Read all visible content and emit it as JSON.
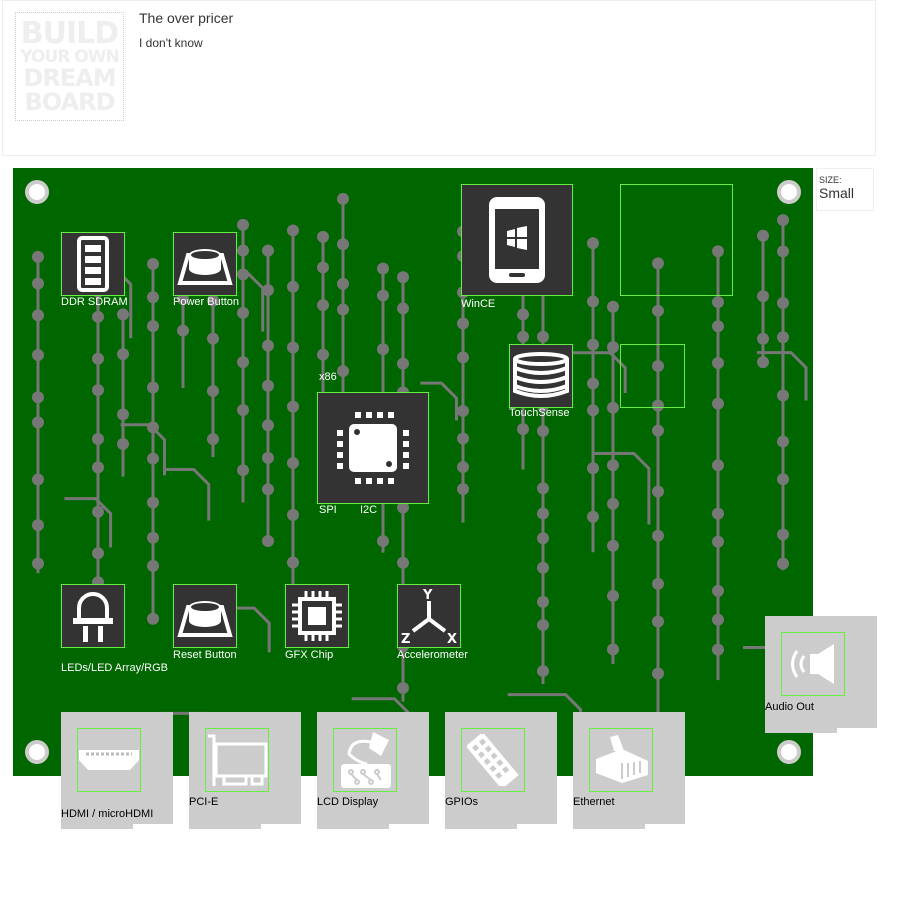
{
  "header": {
    "logo_text": [
      "BUILD",
      "YOUR OWN",
      "DREAM",
      "BOARD"
    ],
    "title": "The over pricer",
    "description": "I don't know"
  },
  "size": {
    "label": "SIZE:",
    "value": "Small"
  },
  "colors": {
    "board": "#006600",
    "trace": "#777777",
    "module": "#333333",
    "outline": "#66ee44",
    "connector": "#cccccc"
  },
  "modules": {
    "ddr": "DDR SDRAM",
    "power": "Power Button",
    "wince": "WinCE",
    "touch": "TouchSense",
    "cpu_top": "x86",
    "cpu_spi": "SPI",
    "cpu_i2c": "I2C",
    "leds": "LEDs/LED Array/RGB",
    "reset": "Reset Button",
    "gfx": "GFX Chip",
    "accel": "Accelerometer"
  },
  "connectors": {
    "audio": "Audio Out",
    "hdmi": "HDMI / microHDMI",
    "pcie": "PCI-E",
    "lcd": "LCD Display",
    "gpio": "GPIOs",
    "ethernet": "Ethernet"
  }
}
